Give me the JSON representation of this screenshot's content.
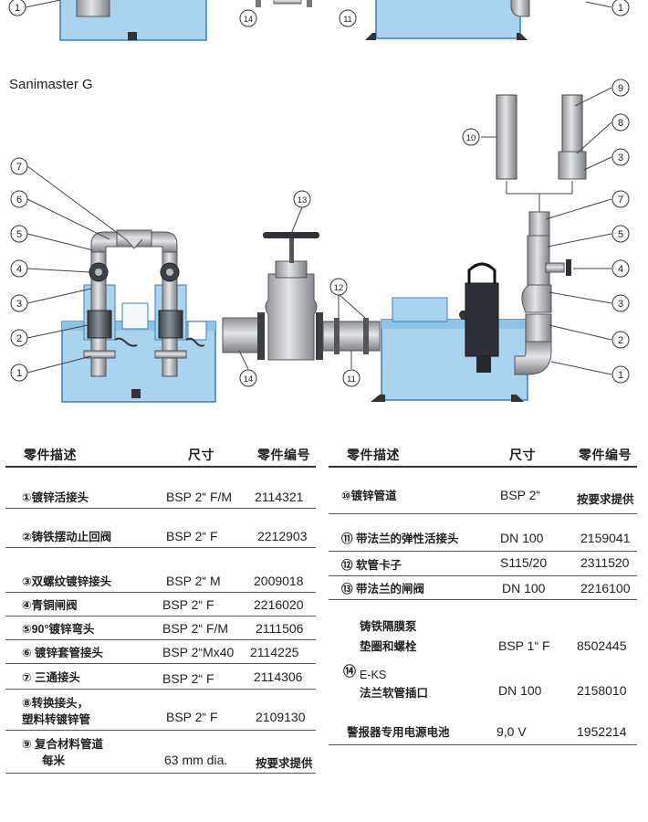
{
  "top_callouts": [
    "1",
    "14",
    "11",
    "1"
  ],
  "section_title": "Sanimaster G",
  "callouts": {
    "left": [
      "7",
      "6",
      "5",
      "4",
      "3",
      "2",
      "1"
    ],
    "middle": [
      "13",
      "12",
      "14",
      "11"
    ],
    "right": [
      "9",
      "8",
      "3",
      "10",
      "7",
      "5",
      "4",
      "3",
      "2",
      "1"
    ]
  },
  "colors": {
    "pump_blue": "#a9d3ee",
    "pump_outline": "#3a7fb8",
    "metal": "#c0c2c6",
    "dark": "#2a2e33"
  },
  "left_table": {
    "headers": [
      "零件描述",
      "尺寸",
      "零件编号"
    ],
    "rows": [
      {
        "desc": "①镀锌活接头",
        "size": "BSP 2“ F/M",
        "part": "2114321"
      },
      {
        "desc": "②铸铁摆动止回阀",
        "size": "BSP 2“ F",
        "part": "2212903"
      },
      {
        "desc": "③双螺纹镀锌接头",
        "size": "BSP 2“ M",
        "part": "2009018"
      },
      {
        "desc": "④青铜闸阀",
        "size": "BSP 2“ F",
        "part": "2216020"
      },
      {
        "desc": "⑤90°镀锌弯头",
        "size": "BSP 2“ F/M",
        "part": "2111506"
      },
      {
        "desc": "⑥ 镀锌套管接头",
        "size": "BSP 2“Mx40",
        "part": "2114225"
      },
      {
        "desc": "⑦ 三通接头",
        "size": "BSP 2“ F",
        "part": "2114306"
      },
      {
        "desc1": "⑧转换接头，",
        "desc2": "塑料转镀锌管",
        "size": "BSP 2“ F",
        "part": "2109130"
      },
      {
        "desc1": "⑨ 复合材料管道",
        "desc2": "每米",
        "size": "63 mm dia.",
        "part": "按要求提供"
      }
    ]
  },
  "right_table": {
    "headers": [
      "零件描述",
      "尺寸",
      "零件编号"
    ],
    "rows": [
      {
        "desc": "⑩镀锌管道",
        "size": "BSP 2“",
        "part": "按要求提供"
      },
      {
        "desc": "⑪ 带法兰的弹性活接头",
        "size": "DN 100",
        "part": "2159041"
      },
      {
        "desc": "⑫ 软管卡子",
        "size": "S115/20",
        "part": "2311520"
      },
      {
        "desc": "⑬ 带法兰的闸阀",
        "size": "DN 100",
        "part": "2216100"
      },
      {
        "desc1": "铸铁隔膜泵",
        "desc2": "垫圈和螺栓",
        "size": "BSP 1“ F",
        "part": "8502445"
      },
      {
        "num": "⑭",
        "desc1": "E-KS",
        "desc2": "法兰软管插口",
        "size": "DN 100",
        "part": "2158010"
      },
      {
        "desc": "警报器专用电源电池",
        "size": "9,0 V",
        "part": "1952214"
      }
    ]
  }
}
